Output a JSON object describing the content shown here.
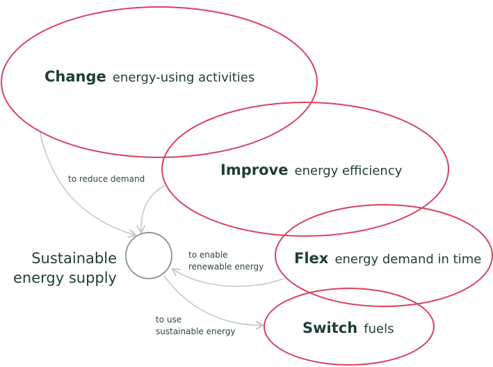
{
  "nodes": {
    "change": {
      "bold": "Change",
      "rest": "energy-using activities"
    },
    "improve": {
      "bold": "Improve",
      "rest": "energy efficiency"
    },
    "flex": {
      "bold": "Flex",
      "rest": "energy demand in time"
    },
    "switch": {
      "bold": "Switch",
      "rest": "fuels"
    }
  },
  "center": {
    "line1": "Sustainable",
    "line2": "energy supply"
  },
  "arrows": {
    "reduce": "to reduce demand",
    "enable_line1": "to enable",
    "enable_line2": "renewable energy",
    "use_line1": "to use",
    "use_line2": "sustainable energy"
  },
  "colors": {
    "ring": "#d9415f",
    "text": "#1e3d38",
    "arrow": "#c4c9c8",
    "hub": "#8f9a99"
  }
}
